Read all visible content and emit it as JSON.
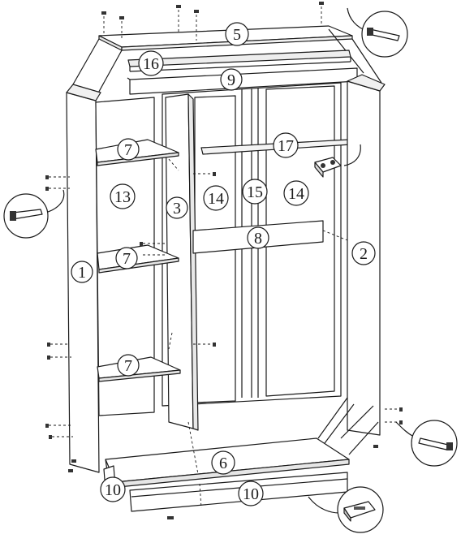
{
  "parts": [
    {
      "id": "label-1",
      "text": "1"
    },
    {
      "id": "label-2",
      "text": "2"
    },
    {
      "id": "label-3",
      "text": "3"
    },
    {
      "id": "label-5",
      "text": "5"
    },
    {
      "id": "label-6",
      "text": "6"
    },
    {
      "id": "label-7a",
      "text": "7"
    },
    {
      "id": "label-7b",
      "text": "7"
    },
    {
      "id": "label-7c",
      "text": "7"
    },
    {
      "id": "label-8",
      "text": "8"
    },
    {
      "id": "label-9",
      "text": "9"
    },
    {
      "id": "label-10a",
      "text": "10"
    },
    {
      "id": "label-10b",
      "text": "10"
    },
    {
      "id": "label-13",
      "text": "13"
    },
    {
      "id": "label-14a",
      "text": "14"
    },
    {
      "id": "label-14b",
      "text": "14"
    },
    {
      "id": "label-15",
      "text": "15"
    },
    {
      "id": "label-16",
      "text": "16"
    },
    {
      "id": "label-17",
      "text": "17"
    }
  ],
  "callouts": [
    {
      "name": "screw-callout-top-right",
      "icon": "screw-icon"
    },
    {
      "name": "screw-callout-left",
      "icon": "screw-icon"
    },
    {
      "name": "screw-callout-bottom-right",
      "icon": "screw-icon"
    },
    {
      "name": "hanger-bracket-callout",
      "icon": "rail-bracket-icon"
    },
    {
      "name": "shelf-support-callout",
      "icon": "shelf-support-icon"
    }
  ],
  "colors": {
    "line": "#1a1a1a",
    "fill": "#ffffff",
    "shade": "#d9d9d9",
    "screw": "#333333"
  }
}
